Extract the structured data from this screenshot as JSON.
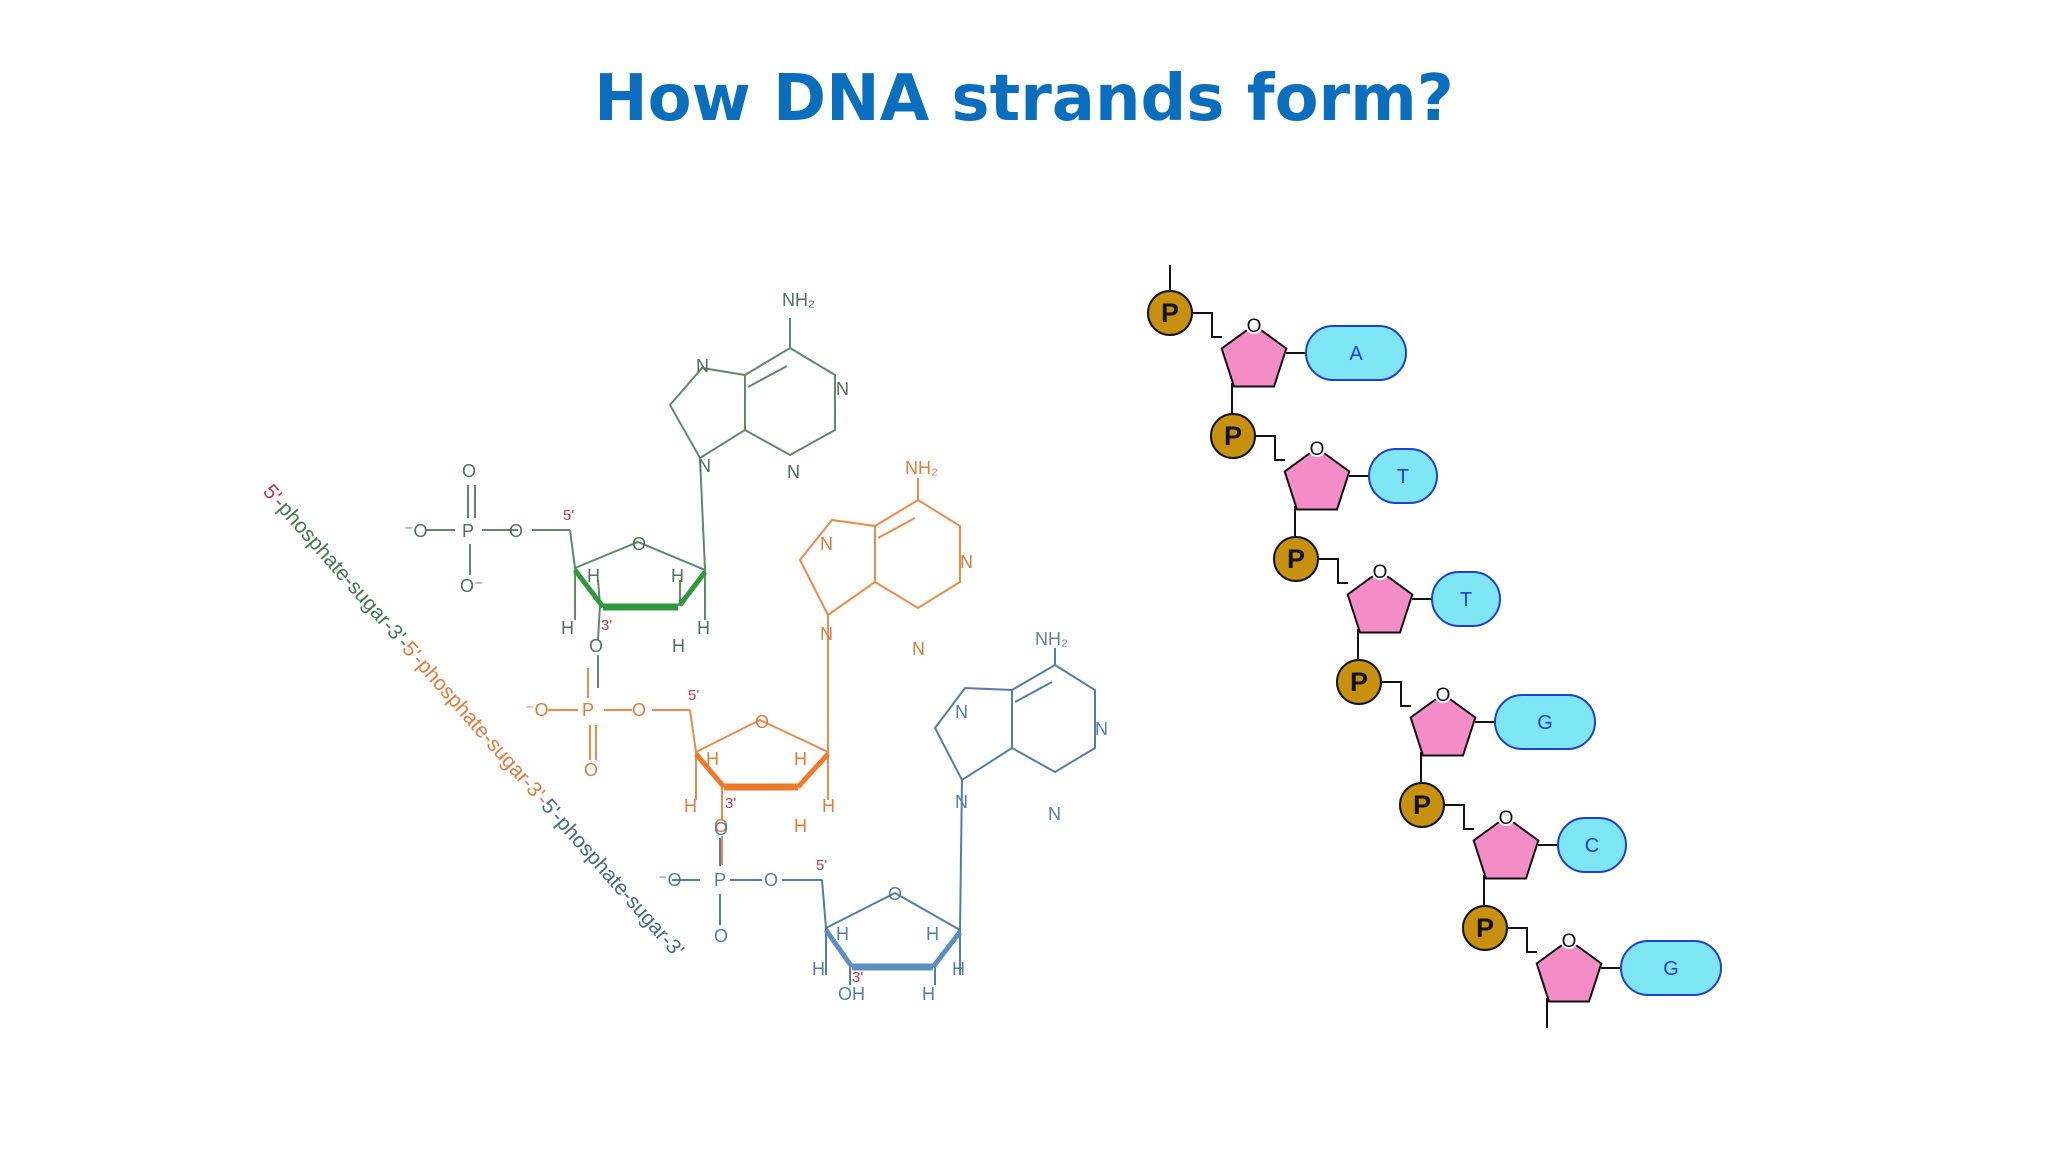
{
  "title": "How DNA strands form?",
  "colors": {
    "title": "#0a6ebd",
    "green": "#2e9a3c",
    "orange": "#ec8a4a",
    "blue": "#5c8fbf",
    "phosphate": "#c8900f",
    "sugar": "#f48cc5",
    "base": "#7fe6f6"
  },
  "left_structure": {
    "amino_label": "NH₂",
    "ring_n": "N",
    "ring_o": "O",
    "phosphorus": "P",
    "o_minus": "⁻O",
    "o_minus_right": "O⁻",
    "hydrogen": "H",
    "prime5": "5'",
    "prime3": "3'",
    "hydroxyl": "OH",
    "diagonal_label": {
      "s1": "5'-",
      "s2": "phosphate-sugar-3'-",
      "s3": "5'-phosphate-sugar-3'-",
      "s4": "5'-phosphate-sugar-3'"
    }
  },
  "right_strand": {
    "phosphate_label": "P",
    "sugar_oxygen": "O",
    "bases": [
      "A",
      "T",
      "T",
      "G",
      "C",
      "G"
    ]
  }
}
